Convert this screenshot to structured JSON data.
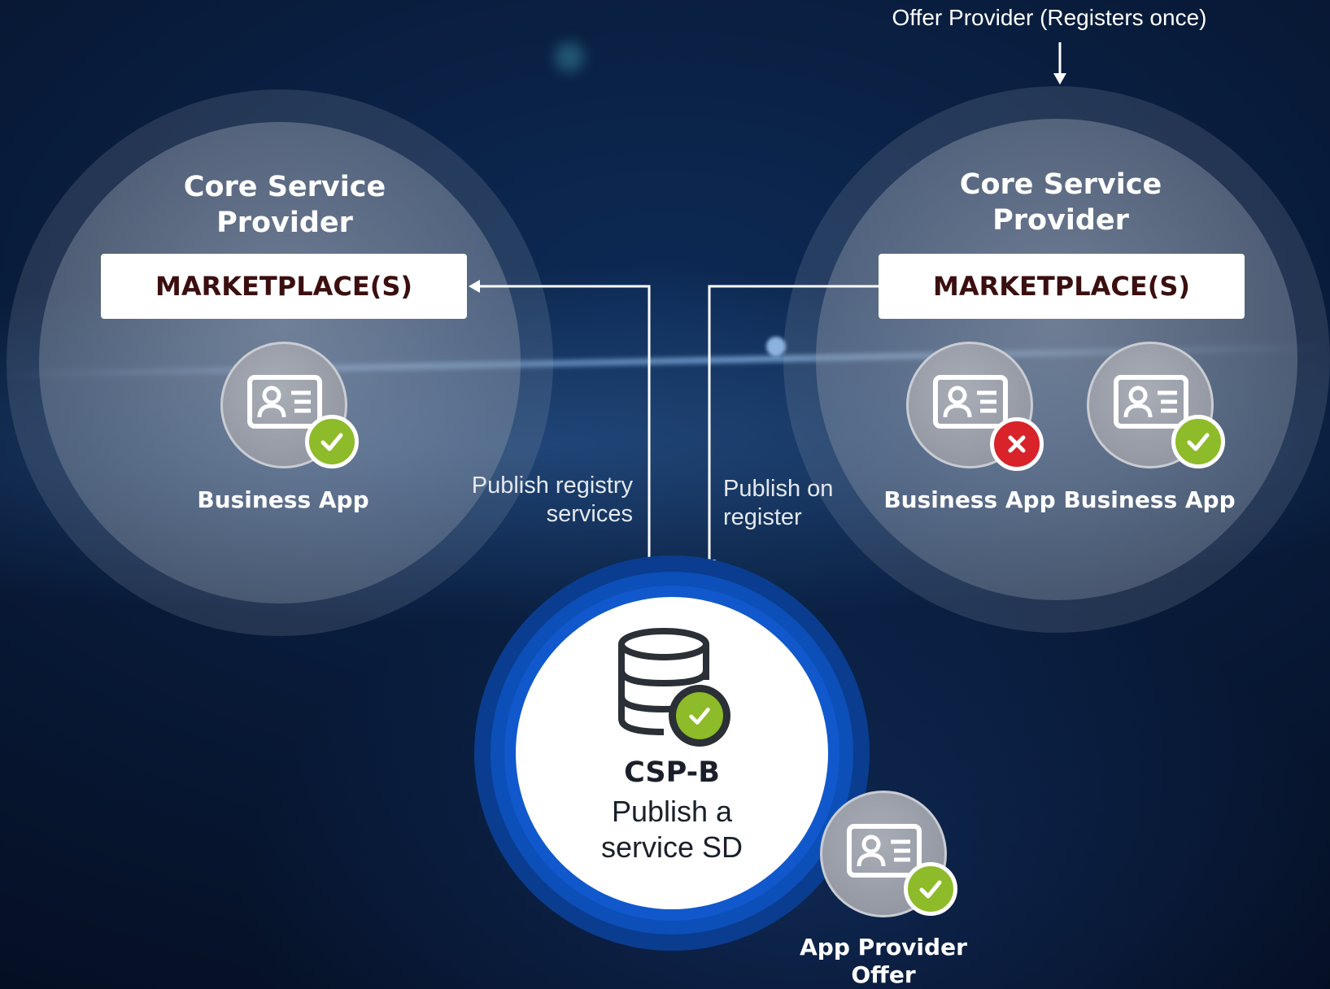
{
  "top_label": "Offer Provider (Registers once)",
  "left_provider": {
    "title_line1": "Core Service",
    "title_line2": "Provider",
    "marketplace": "MARKETPLACE(S)",
    "apps": [
      {
        "label": "Business App",
        "status": "check-icon"
      }
    ]
  },
  "right_provider": {
    "title_line1": "Core Service",
    "title_line2": "Provider",
    "marketplace": "MARKETPLACE(S)",
    "apps": [
      {
        "label": "Business App",
        "status": "cross-icon"
      },
      {
        "label": "Business App",
        "status": "check-icon"
      }
    ]
  },
  "flows": {
    "publish_registry_line1": "Publish registry",
    "publish_registry_line2": "services",
    "publish_on_line1": "Publish on",
    "publish_on_line2": "register"
  },
  "csp_b": {
    "name": "CSP-B",
    "desc_line1": "Publish a",
    "desc_line2": "service SD"
  },
  "app_provider": {
    "label_line1": "App Provider",
    "label_line2": "Offer"
  },
  "colors": {
    "check": "#8dbb2a",
    "error": "#d8232a",
    "csp_blue": "#1158cc",
    "marketplace_text": "#3b0f10"
  }
}
